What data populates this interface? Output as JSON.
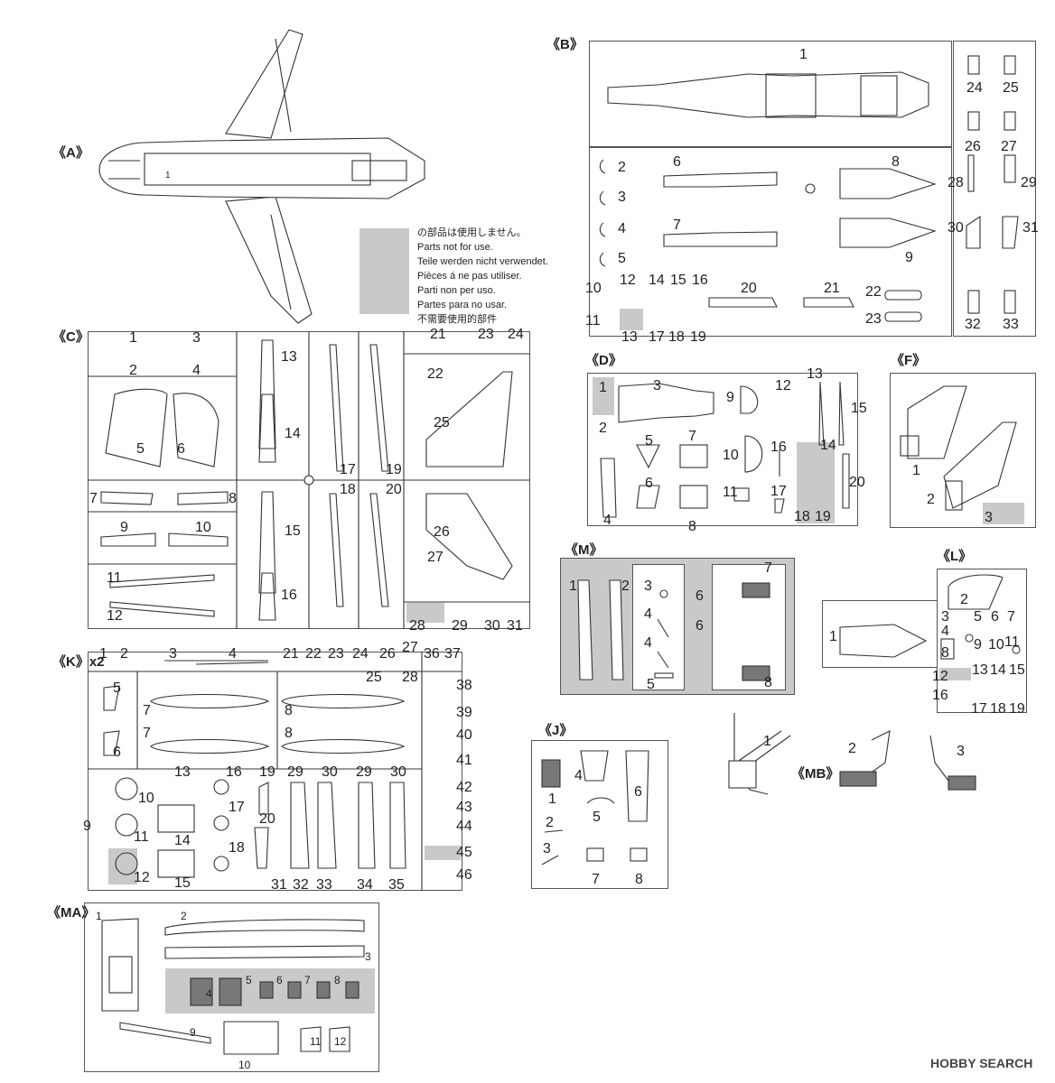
{
  "legend": {
    "lines": [
      "の部品は使用しません。",
      "Parts not for use.",
      "Teile werden nicht verwendet.",
      "Pièces á ne pas utiliser.",
      "Parti non per uso.",
      "Partes para no usar.",
      "不需要使用的部件"
    ]
  },
  "watermark": "HOBBY SEARCH",
  "colors": {
    "unused_fill": "#c9c9c9",
    "line": "#333333"
  },
  "sprues": {
    "A": {
      "label": "《A》",
      "parts": [
        "1"
      ]
    },
    "B": {
      "label": "《B》",
      "parts": [
        "1",
        "2",
        "3",
        "4",
        "5",
        "6",
        "7",
        "8",
        "9",
        "10",
        "11",
        "12",
        "13",
        "14",
        "15",
        "16",
        "17",
        "18",
        "19",
        "20",
        "21",
        "22",
        "23",
        "24",
        "25",
        "26",
        "27",
        "28",
        "29",
        "30",
        "31",
        "32",
        "33"
      ]
    },
    "C": {
      "label": "《C》",
      "parts": [
        "1",
        "2",
        "3",
        "4",
        "5",
        "6",
        "7",
        "8",
        "9",
        "10",
        "11",
        "12",
        "13",
        "14",
        "15",
        "16",
        "17",
        "18",
        "19",
        "20",
        "21",
        "22",
        "23",
        "24",
        "25",
        "26",
        "27",
        "28",
        "29",
        "30",
        "31"
      ]
    },
    "D": {
      "label": "《D》",
      "parts": [
        "1",
        "2",
        "3",
        "4",
        "5",
        "6",
        "7",
        "8",
        "9",
        "10",
        "11",
        "12",
        "13",
        "14",
        "15",
        "16",
        "17",
        "18",
        "19",
        "20"
      ]
    },
    "F": {
      "label": "《F》",
      "parts": [
        "1",
        "2",
        "3"
      ]
    },
    "M": {
      "label": "《M》",
      "parts": [
        "1",
        "2",
        "3",
        "4",
        "4",
        "5",
        "6",
        "6",
        "7",
        "8"
      ]
    },
    "L": {
      "label": "《L》",
      "parts": [
        "1",
        "2",
        "3",
        "4",
        "5",
        "6",
        "7",
        "8",
        "9",
        "10",
        "11",
        "12",
        "13",
        "14",
        "15",
        "16",
        "17",
        "18",
        "19"
      ]
    },
    "K": {
      "label": "《K》x2",
      "parts": [
        "1",
        "2",
        "3",
        "4",
        "5",
        "6",
        "7",
        "7",
        "8",
        "8",
        "9",
        "10",
        "11",
        "12",
        "13",
        "14",
        "15",
        "16",
        "17",
        "18",
        "19",
        "20",
        "21",
        "22",
        "23",
        "24",
        "25",
        "26",
        "27",
        "28",
        "29",
        "29",
        "30",
        "30",
        "31",
        "32",
        "33",
        "34",
        "35",
        "36",
        "37",
        "38",
        "39",
        "40",
        "41",
        "42",
        "43",
        "44",
        "45",
        "46"
      ]
    },
    "J": {
      "label": "《J》",
      "parts": [
        "1",
        "2",
        "3",
        "4",
        "5",
        "6",
        "7",
        "8"
      ]
    },
    "MB": {
      "label": "《MB》",
      "parts": [
        "1",
        "2",
        "3"
      ]
    },
    "MA": {
      "label": "《MA》",
      "parts": [
        "1",
        "2",
        "3",
        "4",
        "5",
        "6",
        "7",
        "8",
        "9",
        "10",
        "11",
        "12"
      ]
    }
  }
}
